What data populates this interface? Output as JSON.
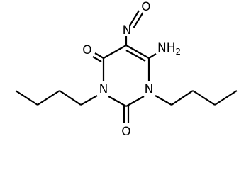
{
  "molecule": {
    "atoms": {
      "nitroso_o": "O",
      "nitroso_n": "N",
      "amino": "NH2",
      "carbonyl_o_left": "O",
      "carbonyl_o_bottom": "O",
      "ring_n3": "N",
      "ring_n1": "N"
    }
  }
}
